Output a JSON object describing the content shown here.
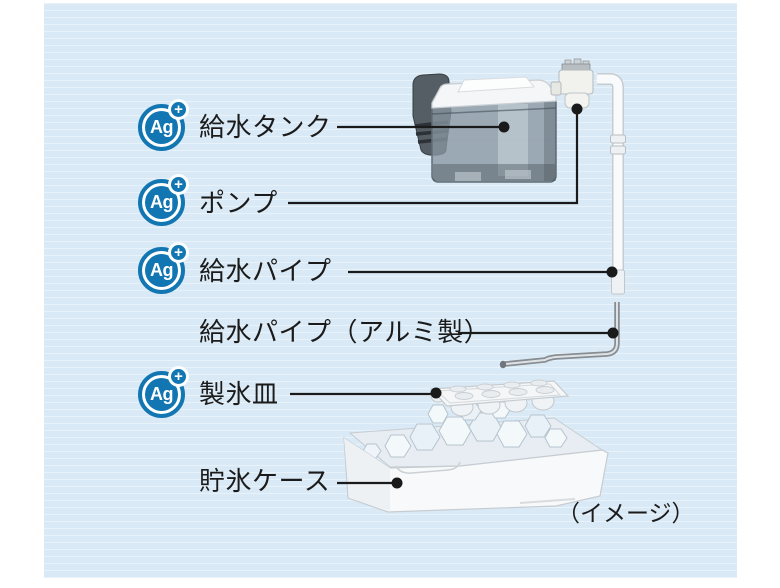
{
  "page": {
    "caption": "（イメージ）"
  },
  "ag_badge": {
    "symbol": "Ag",
    "plus": "+"
  },
  "labels": {
    "tank": "給水タンク",
    "pump": "ポンプ",
    "pipe": "給水パイプ",
    "pipe_aluminum": "給水パイプ（アルミ製）",
    "tray": "製氷皿",
    "case": "貯氷ケース"
  },
  "colors": {
    "panel_background": "#d9eaf6",
    "badge_blue": "#1276b3",
    "leader_line": "#1a1a1a"
  }
}
